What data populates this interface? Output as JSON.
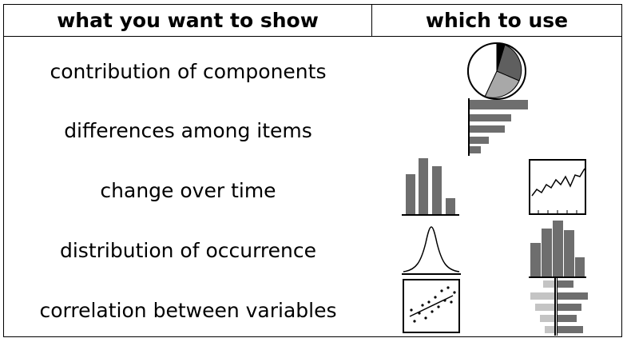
{
  "header": {
    "left": "what you want to show",
    "right": "which to use"
  },
  "rows": [
    {
      "label": "contribution of components"
    },
    {
      "label": "differences among items"
    },
    {
      "label": "change over time"
    },
    {
      "label": "distribution of occurrence"
    },
    {
      "label": "correlation between variables"
    }
  ],
  "icons": [
    {
      "name": "pie-chart-icon"
    },
    {
      "name": "horizontal-bar-chart-icon"
    },
    {
      "name": "column-chart-icon"
    },
    {
      "name": "line-chart-icon"
    },
    {
      "name": "bell-curve-icon"
    },
    {
      "name": "histogram-icon"
    },
    {
      "name": "scatter-plot-icon"
    },
    {
      "name": "paired-bar-chart-icon"
    }
  ],
  "colors": {
    "bar": "#6e6e6e",
    "pie_dark": "#000000",
    "pie_mid": "#5f5f5f",
    "pie_light": "#a8a8a8",
    "pie_white": "#ffffff",
    "paired_light": "#c4c4c4"
  }
}
